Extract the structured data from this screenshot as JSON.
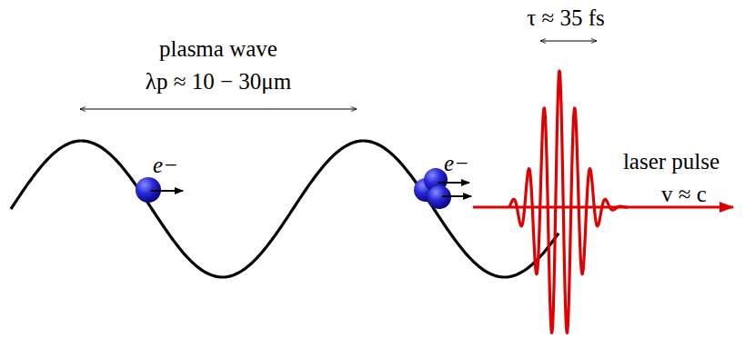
{
  "diagram": {
    "labels": [
      "plasma wave",
      "λp ≈ 10 − 30μm",
      "τ ≈ 35 fs",
      "e−",
      "e−",
      "laser pulse",
      "v ≈ c"
    ]
  }
}
